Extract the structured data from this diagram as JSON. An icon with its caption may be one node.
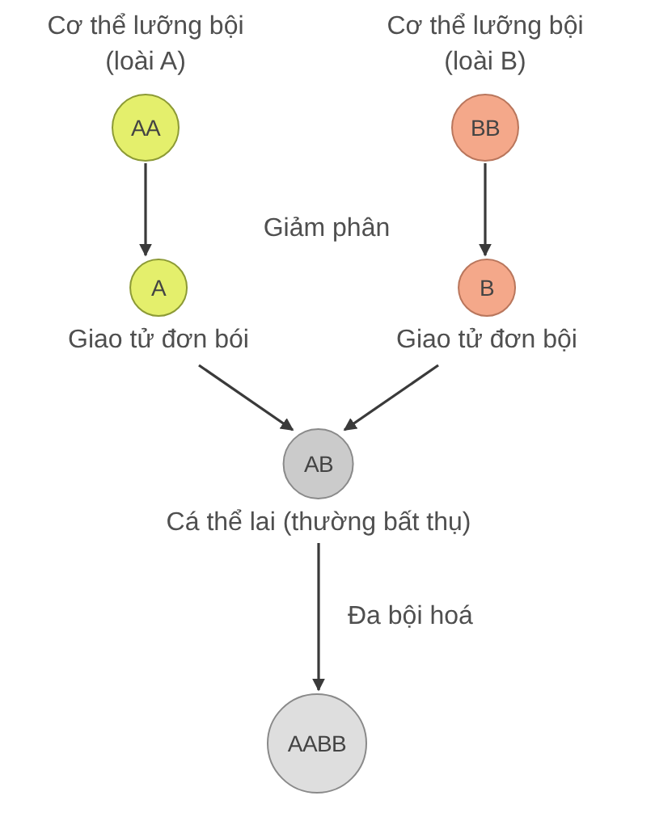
{
  "diagram": {
    "nodes": [
      {
        "text": [
          "AA"
        ],
        "beside": [
          "Cơ thể lưỡng bội (loài A)"
        ]
      },
      {
        "text": [
          "BB"
        ],
        "beside": [
          "Cơ thể lưỡng bội (loài B)"
        ]
      },
      {
        "text": [
          "A"
        ],
        "beside": [
          "Giao tử đơn bói"
        ]
      },
      {
        "text": [
          "B"
        ],
        "beside": [
          "Giao tử đơn bội"
        ]
      },
      {
        "text": [
          "AB"
        ],
        "beside": [
          "Cá thể lai (thường bất thụ)"
        ]
      },
      {
        "text": [
          "AABB"
        ]
      }
    ],
    "edges": [
      {
        "from": 0,
        "to": 2,
        "arrow": "to"
      },
      {
        "from": 1,
        "to": 3,
        "arrow": "to"
      },
      {
        "from": 2,
        "to": 4,
        "arrow": "to"
      },
      {
        "from": 3,
        "to": 4,
        "arrow": "to"
      },
      {
        "from": 4,
        "to": 5,
        "arrow": "to",
        "label": "Đa bội hoá"
      }
    ],
    "labels": [
      "Giảm phân"
    ]
  }
}
